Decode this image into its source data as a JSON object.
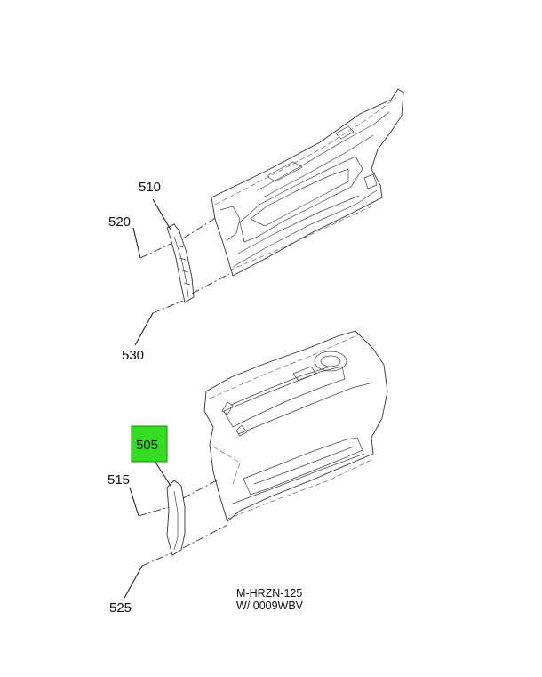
{
  "callouts": {
    "c510": "510",
    "c520": "520",
    "c530": "530",
    "c505": "505",
    "c515": "515",
    "c525": "525"
  },
  "caption": {
    "line1": "M-HRZN-125",
    "line2": "W/ 0009WBV"
  },
  "highlight": {
    "callout": "505",
    "fill": "#33dd22",
    "stroke": "#1a8a10"
  }
}
